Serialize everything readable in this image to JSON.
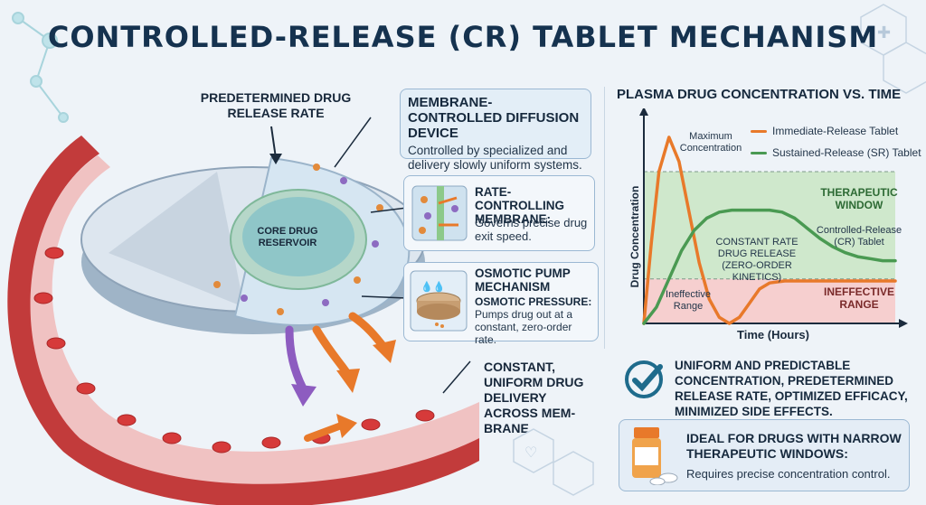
{
  "title": "CONTROLLED-RELEASE (CR) TABLET MECHANISM",
  "labels": {
    "predetermined": "PREDETERMINED DRUG RELEASE RATE",
    "core": "CORE DRUG RESERVOIR",
    "constant": "CONSTANT, UNIFORM DRUG DELIVERY ACROSS MEM-BRANE"
  },
  "membrane_box": {
    "heading": "MEMBRANE-CONTROLLED DIFFUSION DEVICE",
    "body": "Controlled by specialized and delivery slowly uniform systems."
  },
  "rate_box": {
    "heading": "RATE-CONTROLLING MEMBRANE:",
    "body": "Governs precise drug exit speed."
  },
  "osmotic_box": {
    "heading": "OSMOTIC PUMP MECHANISM",
    "subheading": "OSMOTIC PRESSURE:",
    "body": "Pumps drug out at a constant, zero-order rate."
  },
  "summary": "UNIFORM AND PREDICTABLE CONCENTRATION, PREDETERMINED RELEASE RATE, OPTIMIZED EFFICACY, MINIMIZED SIDE EFFECTS.",
  "ideal": {
    "heading": "IDEAL FOR DRUGS WITH NARROW THERAPEUTIC WINDOWS:",
    "body": "Requires precise concentration control."
  },
  "colors": {
    "immediate": "#e8792a",
    "sustained": "#4a9a52",
    "therapeutic": "#cfe8cc",
    "ineffective": "#f6cfcf",
    "accent": "#15324f"
  },
  "chart_data": {
    "type": "line",
    "title": "PLASMA DRUG CONCENTRATION VS. TIME",
    "xlabel": "Time (Hours)",
    "ylabel": "Drug Concentration",
    "x_domain": [
      0,
      100
    ],
    "y_domain": [
      0,
      100
    ],
    "series": [
      {
        "name": "Immediate-Release Tablet",
        "color": "#e8792a",
        "x": [
          0,
          3,
          6,
          10,
          14,
          18,
          22,
          26,
          30,
          34,
          38,
          42,
          46,
          50,
          56,
          62,
          70,
          80,
          90,
          100
        ],
        "y": [
          0,
          40,
          75,
          92,
          80,
          55,
          30,
          12,
          3,
          0,
          3,
          10,
          17,
          20,
          21,
          21,
          21,
          21,
          21,
          21
        ]
      },
      {
        "name": "Sustained-Release (SR) Tablet",
        "color": "#4a9a52",
        "x": [
          0,
          5,
          10,
          15,
          20,
          25,
          30,
          35,
          40,
          45,
          50,
          55,
          60,
          65,
          70,
          75,
          80,
          85,
          90,
          95,
          100
        ],
        "y": [
          0,
          8,
          22,
          36,
          46,
          52,
          55,
          56,
          56,
          56,
          56,
          55,
          52,
          47,
          42,
          38,
          35,
          33,
          32,
          31,
          31
        ]
      }
    ],
    "bands": [
      {
        "label": "THERAPEUTIC WINDOW",
        "y0": 22,
        "y1": 75,
        "color": "#cfe8cc"
      },
      {
        "label": "INEFFECTIVE RANGE",
        "y0": 0,
        "y1": 22,
        "color": "#f6cfcf"
      }
    ],
    "annotations": {
      "max": "Maximum Concentration",
      "cr": "Controlled-Release (CR) Tablet",
      "constant": "CONSTANT RATE DRUG RELEASE (ZERO-ORDER KINETICS)",
      "ineffective": "Ineffective Range"
    }
  }
}
